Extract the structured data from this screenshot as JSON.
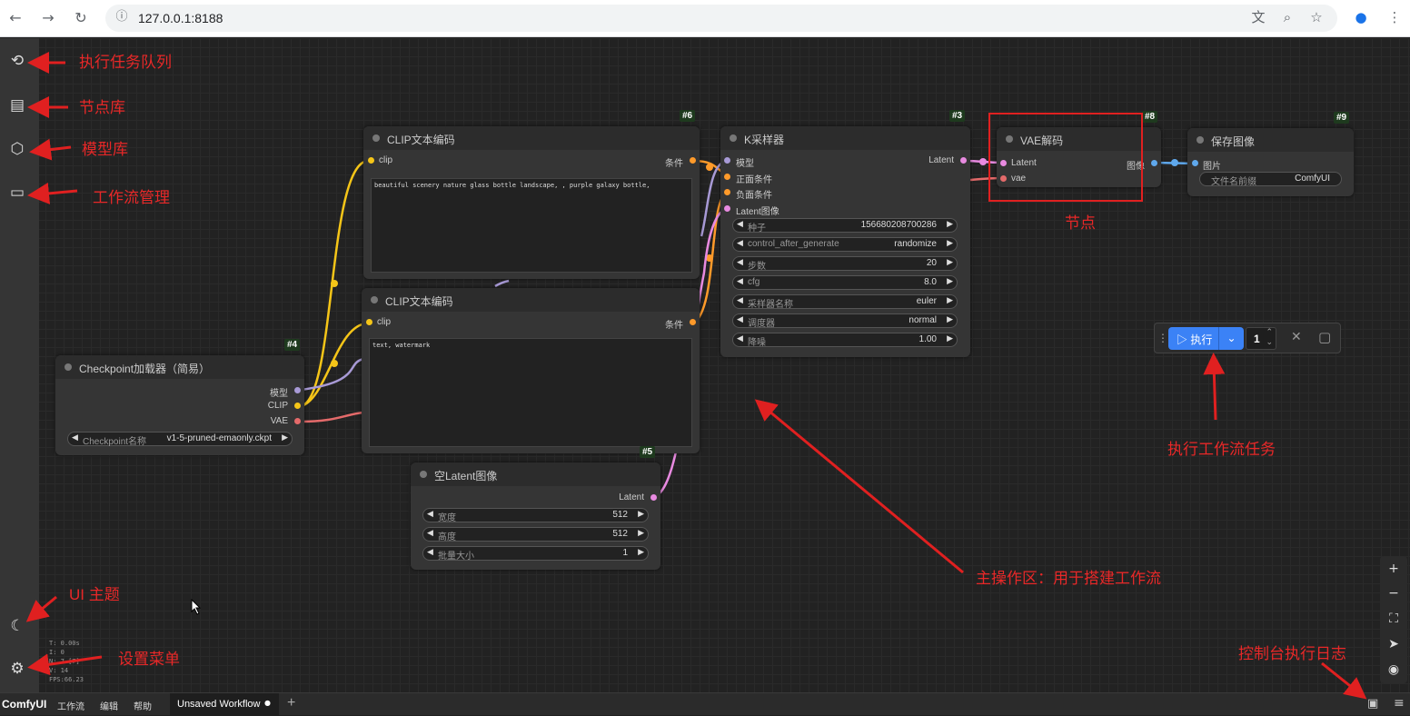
{
  "browser": {
    "url": "127.0.0.1:8188",
    "back": "←",
    "forward": "→",
    "reload": "↻",
    "info": "ⓘ",
    "translate": "文",
    "zoom": "⌕",
    "star": "☆",
    "profile": "●",
    "more": "⋮"
  },
  "sidebar": {
    "queue_icon": "⟲",
    "nodes_icon": "▤",
    "models_icon": "⬡",
    "workflows_icon": "▭",
    "theme_icon": "☾",
    "settings_icon": "⚙"
  },
  "stats": {
    "t": "T: 0.00s",
    "i": "I: 0",
    "n": "N: 7 [7]",
    "v": "V: 14",
    "fps": "FPS:66.23"
  },
  "bottom_bar": {
    "logo": "ComfyUI",
    "menu_workflow": "工作流",
    "menu_edit": "编辑",
    "menu_help": "帮助",
    "tab": "Unsaved Workflow",
    "tab_dot": "●",
    "add_tab": "+",
    "panel_icon": "▣",
    "menu_icon": "≡"
  },
  "nodes": {
    "clip6": {
      "title": "CLIP文本编码",
      "id": "#6",
      "in": "clip",
      "out": "条件",
      "text": "beautiful scenery nature glass bottle landscape, , purple galaxy bottle,"
    },
    "clip7": {
      "title": "CLIP文本编码",
      "in": "clip",
      "out": "条件",
      "text": "text, watermark"
    },
    "ksampler": {
      "title": "K采样器",
      "id": "#3",
      "inputs": [
        "模型",
        "正面条件",
        "负面条件",
        "Latent图像"
      ],
      "output": "Latent",
      "widgets": [
        {
          "label": "种子",
          "value": "156680208700286"
        },
        {
          "label": "control_after_generate",
          "value": "randomize"
        },
        {
          "label": "步数",
          "value": "20"
        },
        {
          "label": "cfg",
          "value": "8.0"
        },
        {
          "label": "采样器名称",
          "value": "euler"
        },
        {
          "label": "调度器",
          "value": "normal"
        },
        {
          "label": "降噪",
          "value": "1.00"
        }
      ]
    },
    "vae": {
      "title": "VAE解码",
      "id": "#8",
      "in1": "Latent",
      "in2": "vae",
      "out": "图像"
    },
    "save": {
      "title": "保存图像",
      "id": "#9",
      "in": "图片",
      "widget_label": "文件名前缀",
      "widget_value": "ComfyUI"
    },
    "checkpoint": {
      "title": "Checkpoint加载器（简易）",
      "id": "#4",
      "outputs": [
        "模型",
        "CLIP",
        "VAE"
      ],
      "widget_label": "Checkpoint名称",
      "widget_value": "v1-5-pruned-emaonly.ckpt"
    },
    "latent": {
      "title": "空Latent图像",
      "id": "#5",
      "out": "Latent",
      "widgets": [
        {
          "label": "宽度",
          "value": "512"
        },
        {
          "label": "高度",
          "value": "512"
        },
        {
          "label": "批量大小",
          "value": "1"
        }
      ]
    }
  },
  "run_bar": {
    "grip": "⋮",
    "run_label": "▷ 执行",
    "dropdown": "⌄",
    "count": "1",
    "up": "⌃",
    "down": "⌄",
    "clear": "✕",
    "stop": "▢"
  },
  "zoom": {
    "in": "+",
    "out": "−",
    "fit": "⛶",
    "locate": "➤",
    "eye": "◉"
  },
  "annotations": {
    "queue": "执行任务队列",
    "nodes": "节点库",
    "models": "模型库",
    "workflows": "工作流管理",
    "theme": "UI 主题",
    "settings": "设置菜单",
    "node": "节点",
    "run": "执行工作流任务",
    "canvas": "主操作区：用于搭建工作流",
    "console": "控制台执行日志"
  }
}
